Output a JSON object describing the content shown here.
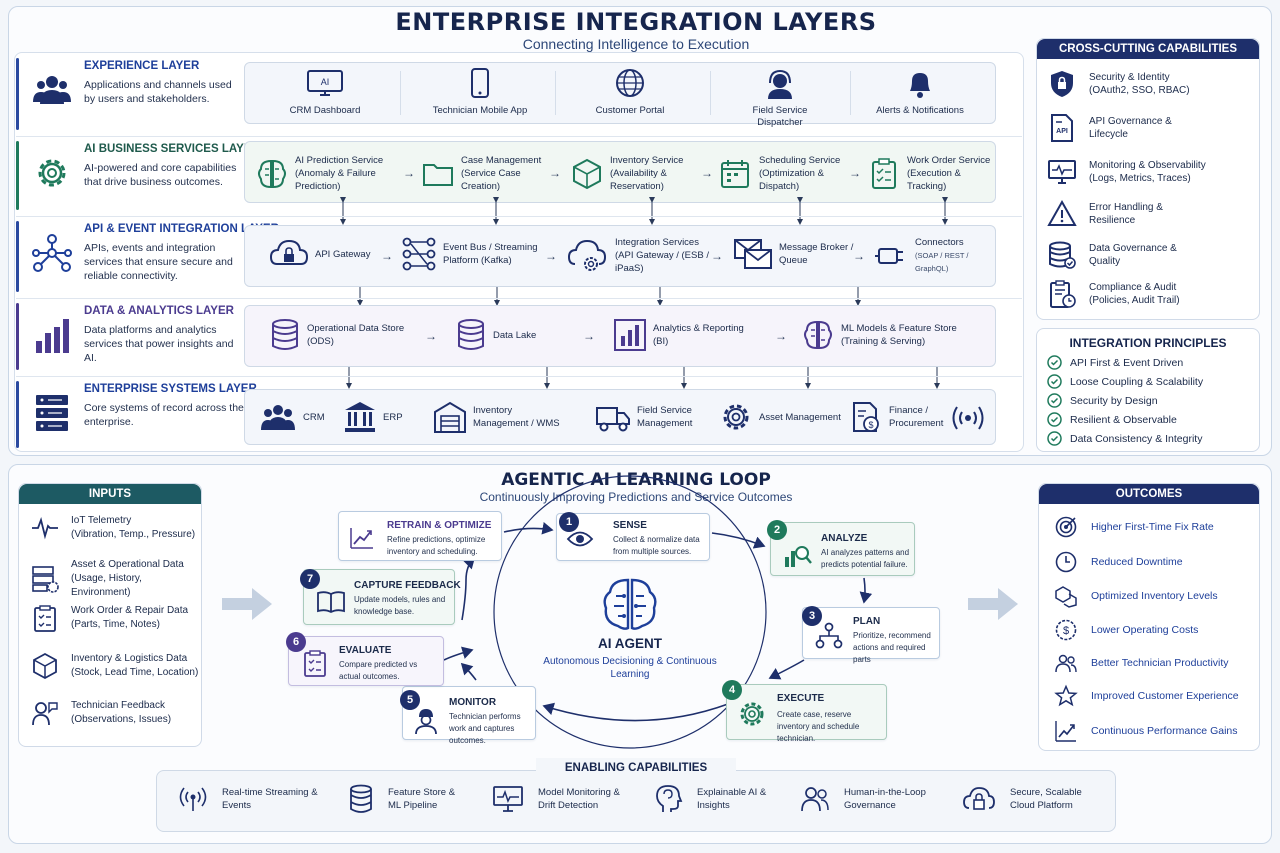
{
  "header": {
    "title": "ENTERPRISE INTEGRATION LAYERS",
    "subtitle": "Connecting Intelligence to Execution"
  },
  "layers": [
    {
      "name": "EXPERIENCE LAYER",
      "description": "Applications and channels used by users and stakeholders.",
      "icon": "users-icon",
      "items": [
        {
          "label": "CRM Dashboard",
          "icon": "monitor-ai-icon"
        },
        {
          "label": "Technician Mobile App",
          "icon": "mobile-phone-icon"
        },
        {
          "label": "Customer Portal",
          "icon": "globe-icon"
        },
        {
          "label": "Field Service Dispatcher",
          "icon": "headset-icon"
        },
        {
          "label": "Alerts & Notifications",
          "icon": "bell-icon"
        }
      ]
    },
    {
      "name": "AI BUSINESS SERVICES LAYER",
      "description": "AI-powered and core capabilities that drive business outcomes.",
      "icon": "gear-icon",
      "items": [
        {
          "label": "AI Prediction Service",
          "sub": "(Anomaly & Failure Prediction)",
          "icon": "brain-icon"
        },
        {
          "label": "Case Management",
          "sub": "(Service Case Creation)",
          "icon": "folder-icon"
        },
        {
          "label": "Inventory Service",
          "sub": "(Availability & Reservation)",
          "icon": "box-icon"
        },
        {
          "label": "Scheduling Service",
          "sub": "(Optimization & Dispatch)",
          "icon": "calendar-icon"
        },
        {
          "label": "Work Order Service",
          "sub": "(Execution & Tracking)",
          "icon": "clipboard-check-icon"
        }
      ]
    },
    {
      "name": "API & EVENT INTEGRATION LAYER",
      "description": "APIs, events and integration services that ensure secure and reliable connectivity.",
      "icon": "network-icon",
      "items": [
        {
          "label": "API Gateway",
          "icon": "cloud-lock-icon"
        },
        {
          "label": "Event Bus / Streaming Platform (Kafka)",
          "icon": "event-bus-icon"
        },
        {
          "label": "Integration Services (API Gateway / (ESB / iPaaS)",
          "icon": "cloud-gear-icon"
        },
        {
          "label": "Message Broker / Queue",
          "icon": "envelope-icon"
        },
        {
          "label": "Connectors",
          "sub": "(SOAP / REST / GraphQL)",
          "icon": "plug-icon"
        }
      ]
    },
    {
      "name": "DATA & ANALYTICS LAYER",
      "description": "Data platforms and analytics services that power insights and AI.",
      "icon": "bar-chart-icon",
      "items": [
        {
          "label": "Operational Data Store (ODS)",
          "icon": "database-icon"
        },
        {
          "label": "Data Lake",
          "icon": "database-icon"
        },
        {
          "label": "Analytics & Reporting (BI)",
          "icon": "bar-chart-icon"
        },
        {
          "label": "ML Models & Feature Store (Training & Serving)",
          "icon": "brain-icon"
        }
      ]
    },
    {
      "name": "ENTERPRISE SYSTEMS LAYER",
      "description": "Core systems of record across the enterprise.",
      "icon": "server-icon",
      "items": [
        {
          "label": "CRM",
          "icon": "users-icon"
        },
        {
          "label": "ERP",
          "icon": "bank-icon"
        },
        {
          "label": "Inventory Management / WMS",
          "icon": "warehouse-icon"
        },
        {
          "label": "Field Service Management",
          "icon": "truck-icon"
        },
        {
          "label": "Asset Management",
          "icon": "gear-icon"
        },
        {
          "label": "Finance / Procurement",
          "icon": "finance-doc-icon"
        }
      ]
    }
  ],
  "cross_cutting": {
    "title": "CROSS-CUTTING CAPABILITIES",
    "items": [
      {
        "label": "Security & Identity (OAuth2, SSO, RBAC)",
        "icon": "shield-icon"
      },
      {
        "label": "API Governance & Lifecycle",
        "icon": "api-doc-icon"
      },
      {
        "label": "Monitoring & Observability (Logs, Metrics, Traces)",
        "icon": "monitor-pulse-icon"
      },
      {
        "label": "Error Handling & Resilience",
        "icon": "warning-icon"
      },
      {
        "label": "Data Governance & Quality",
        "icon": "database-check-icon"
      },
      {
        "label": "Compliance & Audit (Policies, Audit Trail)",
        "icon": "clipboard-clock-icon"
      }
    ]
  },
  "principles": {
    "title": "INTEGRATION PRINCIPLES",
    "items": [
      "API First & Event Driven",
      "Loose Coupling & Scalability",
      "Security by Design",
      "Resilient & Observable",
      "Data Consistency & Integrity"
    ]
  },
  "loop": {
    "title": "AGENTIC AI LEARNING LOOP",
    "subtitle": "Continuously Improving Predictions and Service Outcomes",
    "agent_title": "AI AGENT",
    "agent_sub": "Autonomous Decisioning & Continuous Learning",
    "steps": [
      {
        "num": "1",
        "name": "SENSE",
        "desc": "Collect & normalize data from multiple sources.",
        "icon": "eye-icon"
      },
      {
        "num": "2",
        "name": "ANALYZE",
        "desc": "AI analyzes patterns and predicts potential failure.",
        "icon": "chart-search-icon"
      },
      {
        "num": "3",
        "name": "PLAN",
        "desc": "Prioritize, recommend actions and required parts",
        "icon": "hierarchy-icon"
      },
      {
        "num": "4",
        "name": "EXECUTE",
        "desc": "Create case, reserve inventory and schedule technician.",
        "icon": "gear-icon"
      },
      {
        "num": "5",
        "name": "MONITOR",
        "desc": "Technician performs work and captures outcomes.",
        "icon": "technician-icon"
      },
      {
        "num": "6",
        "name": "EVALUATE",
        "desc": "Compare predicted vs actual outcomes.",
        "icon": "clipboard-check-icon"
      },
      {
        "num": "7",
        "name": "CAPTURE FEEDBACK",
        "desc": "Update models, rules and knowledge base.",
        "icon": "book-icon"
      },
      {
        "num": "",
        "name": "RETRAIN & OPTIMIZE",
        "desc": "Refine predictions, optimize inventory and scheduling.",
        "icon": "trend-up-icon"
      }
    ]
  },
  "inputs": {
    "title": "INPUTS",
    "items": [
      {
        "label": "IoT Telemetry",
        "sub": "(Vibration, Temp., Pressure)",
        "icon": "pulse-icon"
      },
      {
        "label": "Asset & Operational Data",
        "sub": "(Usage, History, Environment)",
        "icon": "server-gear-icon"
      },
      {
        "label": "Work Order & Repair Data",
        "sub": "(Parts, Time, Notes)",
        "icon": "clipboard-check-icon"
      },
      {
        "label": "Inventory & Logistics Data",
        "sub": "(Stock, Lead Time, Location)",
        "icon": "box-icon"
      },
      {
        "label": "Technician Feedback",
        "sub": "(Observations, Issues)",
        "icon": "person-chat-icon"
      }
    ]
  },
  "outcomes": {
    "title": "OUTCOMES",
    "items": [
      {
        "label": "Higher First-Time Fix Rate",
        "icon": "target-icon"
      },
      {
        "label": "Reduced Downtime",
        "icon": "clock-icon"
      },
      {
        "label": "Optimized Inventory Levels",
        "icon": "boxes-icon"
      },
      {
        "label": "Lower Operating Costs",
        "icon": "dollar-icon"
      },
      {
        "label": "Better Technician Productivity",
        "icon": "users-icon"
      },
      {
        "label": "Improved Customer Experience",
        "icon": "star-icon"
      },
      {
        "label": "Continuous Performance Gains",
        "icon": "trend-up-icon"
      }
    ]
  },
  "enabling": {
    "title": "ENABLING CAPABILITIES",
    "items": [
      {
        "label": "Real-time Streaming & Events",
        "icon": "broadcast-icon"
      },
      {
        "label": "Feature Store & ML Pipeline",
        "icon": "database-icon"
      },
      {
        "label": "Model Monitoring & Drift Detection",
        "icon": "monitor-pulse-icon"
      },
      {
        "label": "Explainable AI & Insights",
        "icon": "head-brain-icon"
      },
      {
        "label": "Human-in-the-Loop Governance",
        "icon": "users-icon"
      },
      {
        "label": "Secure, Scalable Cloud Platform",
        "icon": "cloud-lock-icon"
      }
    ]
  },
  "colors": {
    "navy": "#1e2f6b",
    "accent_blue": "#1e3f9a",
    "green": "#1f7a5c",
    "purple": "#4b3b8f"
  }
}
